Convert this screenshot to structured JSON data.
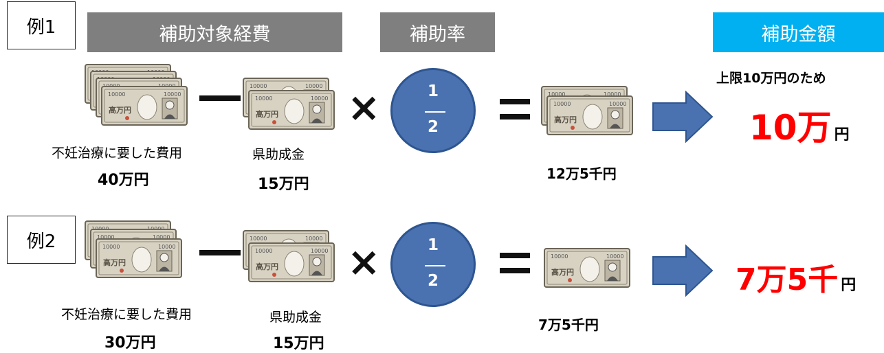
{
  "headers": {
    "target_cost": "補助対象経費",
    "rate": "補助率",
    "amount": "補助金額"
  },
  "fraction": {
    "numerator": "1",
    "denominator": "2"
  },
  "examples": [
    {
      "label": "例1",
      "cost_label": "不妊治療に要した費用",
      "cost_value": "40万円",
      "subsidy_label": "県助成金",
      "subsidy_value": "15万円",
      "calc_value": "12万5千円",
      "note": "上限10万円のため",
      "result_value": "10万",
      "result_unit": "円"
    },
    {
      "label": "例2",
      "cost_label": "不妊治療に要した費用",
      "cost_value": "30万円",
      "subsidy_label": "県助成金",
      "subsidy_value": "15万円",
      "calc_value": "7万5千円",
      "result_value": "7万5千",
      "result_unit": "円"
    }
  ],
  "colors": {
    "header_gray": "#7f7f7f",
    "header_blue": "#00b0f0",
    "circle": "#4a72b0",
    "arrow": "#4a72b0",
    "result": "#ff0000"
  },
  "icons": [
    "banknote-stack-icon",
    "banknote-icon",
    "minus-icon",
    "times-icon",
    "equals-icon",
    "right-arrow-icon"
  ]
}
